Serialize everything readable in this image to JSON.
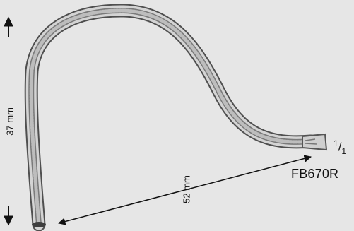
{
  "dimensions": {
    "height_label": "37 mm",
    "length_label": "52 mm"
  },
  "scale": {
    "numerator": "1",
    "denominator": "1"
  },
  "product": {
    "code": "FB670R"
  },
  "colors": {
    "background": "#e6e6e6",
    "tube_dark": "#5a5a5a",
    "tube_light": "#d8d8d8",
    "arrow": "#111111"
  },
  "icons": {
    "height_arrow": "double-vertical-arrow-icon",
    "length_arrow": "double-diagonal-arrow-icon"
  }
}
